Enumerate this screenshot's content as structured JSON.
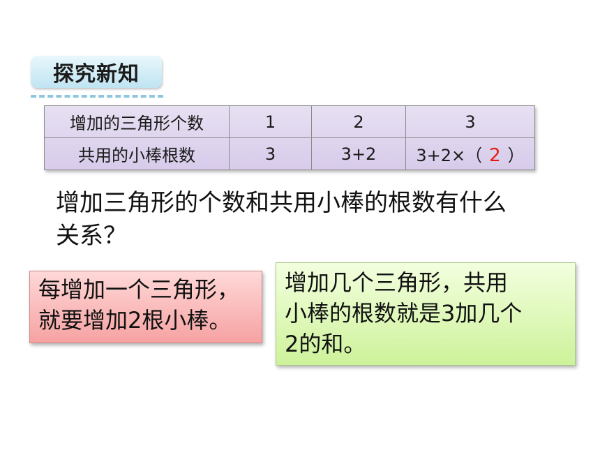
{
  "section_tag": "探究新知",
  "table": {
    "rows": [
      {
        "label": "增加的三角形个数",
        "cells": [
          "1",
          "2",
          "3"
        ]
      },
      {
        "label": "共用的小棒根数",
        "cells": [
          "3",
          "3+2"
        ],
        "last_prefix": "3+2×（",
        "last_answer": "2",
        "last_suffix": "）"
      }
    ]
  },
  "question": {
    "line1": "增加三角形的个数和共用小棒的根数有什么",
    "line2": "关系？"
  },
  "box_left": {
    "line1": "每增加一个三角形，",
    "line2": "就要增加2根小棒。"
  },
  "box_right": {
    "line1": "增加几个三角形，共用",
    "line2": "小棒的根数就是3加几个",
    "line3": "2的和。"
  },
  "colors": {
    "answer": "#e8180c",
    "tag_bg": "#bfe4f1",
    "table_bg": "#d7cbea",
    "box_left_bg": "#f6a2a2",
    "box_right_bg": "#cdf29a"
  }
}
